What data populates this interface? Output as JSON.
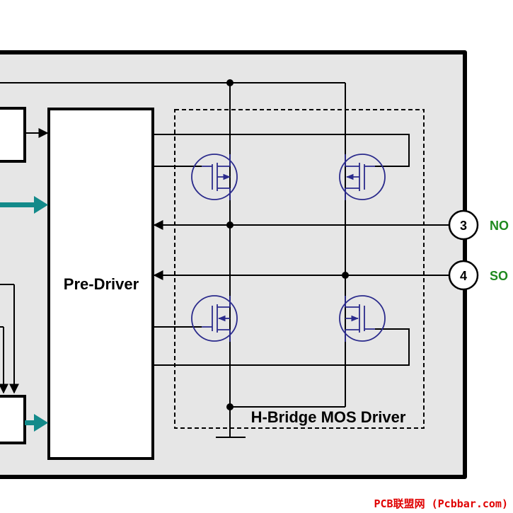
{
  "diagram": {
    "pre_driver_label": "Pre-Driver",
    "hbridge_label": "H-Bridge MOS Driver",
    "pins": [
      {
        "number": "3",
        "name": "NO"
      },
      {
        "number": "4",
        "name": "SO"
      }
    ],
    "colors": {
      "chip_fill": "#e6e6e6",
      "mosfet": "#2b2b8c",
      "arrow_teal": "#138a8a",
      "pin_label": "#1f8a1f",
      "watermark": "#e00000"
    }
  },
  "watermark": "PCB联盟网 (Pcbbar.com)"
}
